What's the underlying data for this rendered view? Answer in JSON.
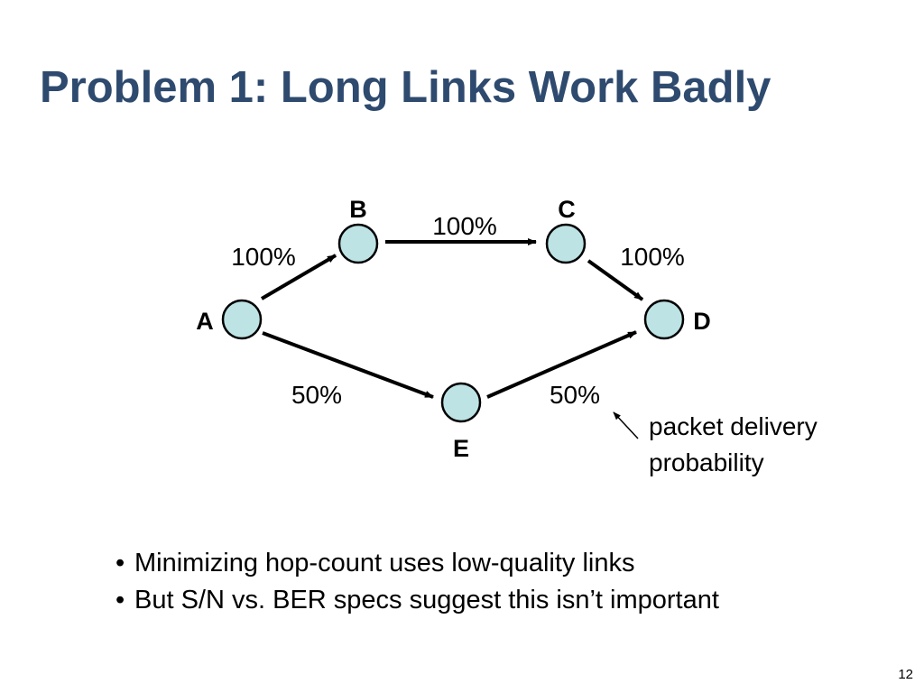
{
  "slide": {
    "title": "Problem 1: Long Links Work Badly",
    "page_number": "12"
  },
  "diagram": {
    "nodes": {
      "A": {
        "label": "A"
      },
      "B": {
        "label": "B"
      },
      "C": {
        "label": "C"
      },
      "D": {
        "label": "D"
      },
      "E": {
        "label": "E"
      }
    },
    "edges": [
      {
        "from": "A",
        "to": "B",
        "label": "100%"
      },
      {
        "from": "B",
        "to": "C",
        "label": "100%"
      },
      {
        "from": "C",
        "to": "D",
        "label": "100%"
      },
      {
        "from": "A",
        "to": "E",
        "label": "50%"
      },
      {
        "from": "E",
        "to": "D",
        "label": "50%"
      }
    ],
    "annotation": {
      "line1": "packet delivery",
      "line2": "probability"
    },
    "colors": {
      "node_fill": "#bde3e5",
      "title": "#2e4a6e"
    }
  },
  "bullets": [
    "Minimizing hop-count uses low-quality links",
    "But S/N vs. BER specs suggest this isn’t important"
  ]
}
